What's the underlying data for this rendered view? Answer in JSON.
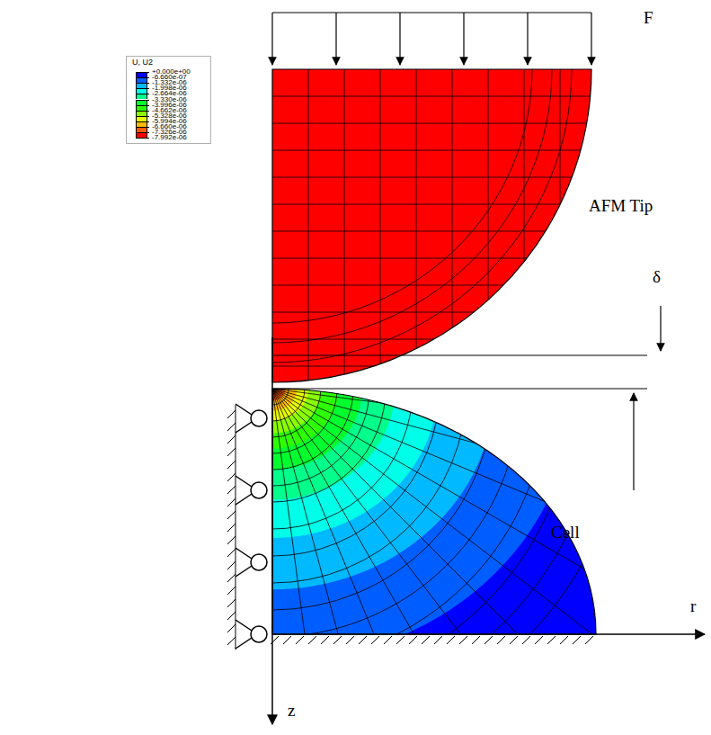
{
  "diagram": {
    "labels": [
      "U, U2",
      "F",
      "AFM Tip",
      "δ",
      "Cell",
      "r",
      "z"
    ],
    "legend": [
      {
        "text": "+0.000e+00",
        "color": "#0000ff"
      },
      {
        "text": "-6.660e-07",
        "color": "#005dff"
      },
      {
        "text": "-1.332e-06",
        "color": "#00b9ff"
      },
      {
        "text": "-1.998e-06",
        "color": "#00ffe8"
      },
      {
        "text": "-2.664e-06",
        "color": "#00ff8b"
      },
      {
        "text": "-3.330e-06",
        "color": "#00ff2e"
      },
      {
        "text": "-3.996e-06",
        "color": "#2eff00"
      },
      {
        "text": "-4.662e-06",
        "color": "#8bff00"
      },
      {
        "text": "-5.328e-06",
        "color": "#e8ff00"
      },
      {
        "text": "-5.994e-06",
        "color": "#ffb900"
      },
      {
        "text": "-6.660e-06",
        "color": "#ff5d00"
      },
      {
        "text": "-7.326e-06",
        "color": "#ff0000"
      },
      {
        "text": "-7.992e-06"
      }
    ]
  }
}
